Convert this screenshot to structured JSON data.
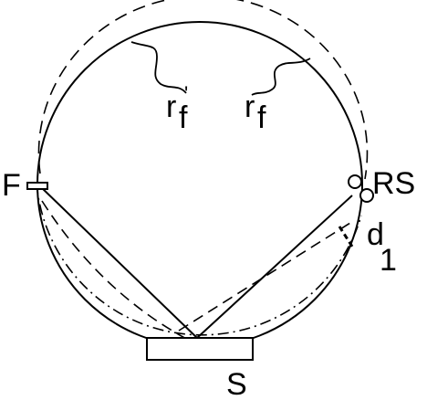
{
  "labels": {
    "f": "F",
    "rs": "RS",
    "s": "S",
    "d1_main": "d",
    "d1_sub": "1",
    "rf_prime_main": "r",
    "rf_prime_sub": "f",
    "rf_prime_mark": "'",
    "rf_main": "r",
    "rf_sub": "f"
  },
  "colors": {
    "stroke": "#000000",
    "background": "#ffffff"
  }
}
